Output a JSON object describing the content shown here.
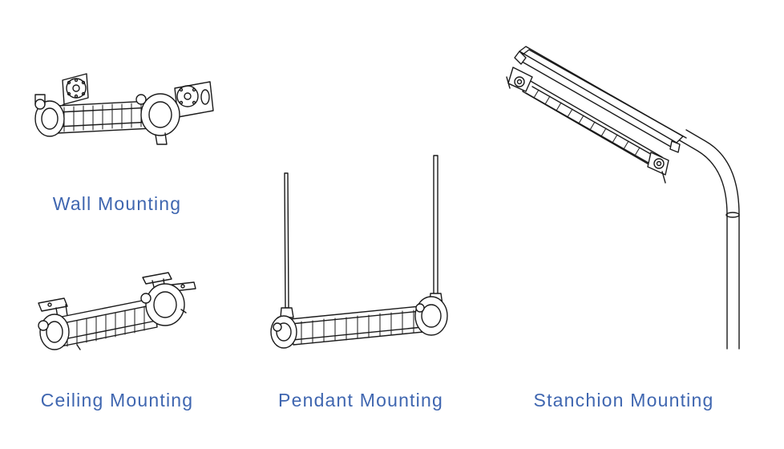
{
  "labels": {
    "wall": "Wall Mounting",
    "ceiling": "Ceiling Mounting",
    "pendant": "Pendant Mounting",
    "stanchion": "Stanchion Mounting"
  },
  "colors": {
    "label_text": "#3f66b0",
    "line_art": "#1a1a1a",
    "background": "#ffffff"
  }
}
